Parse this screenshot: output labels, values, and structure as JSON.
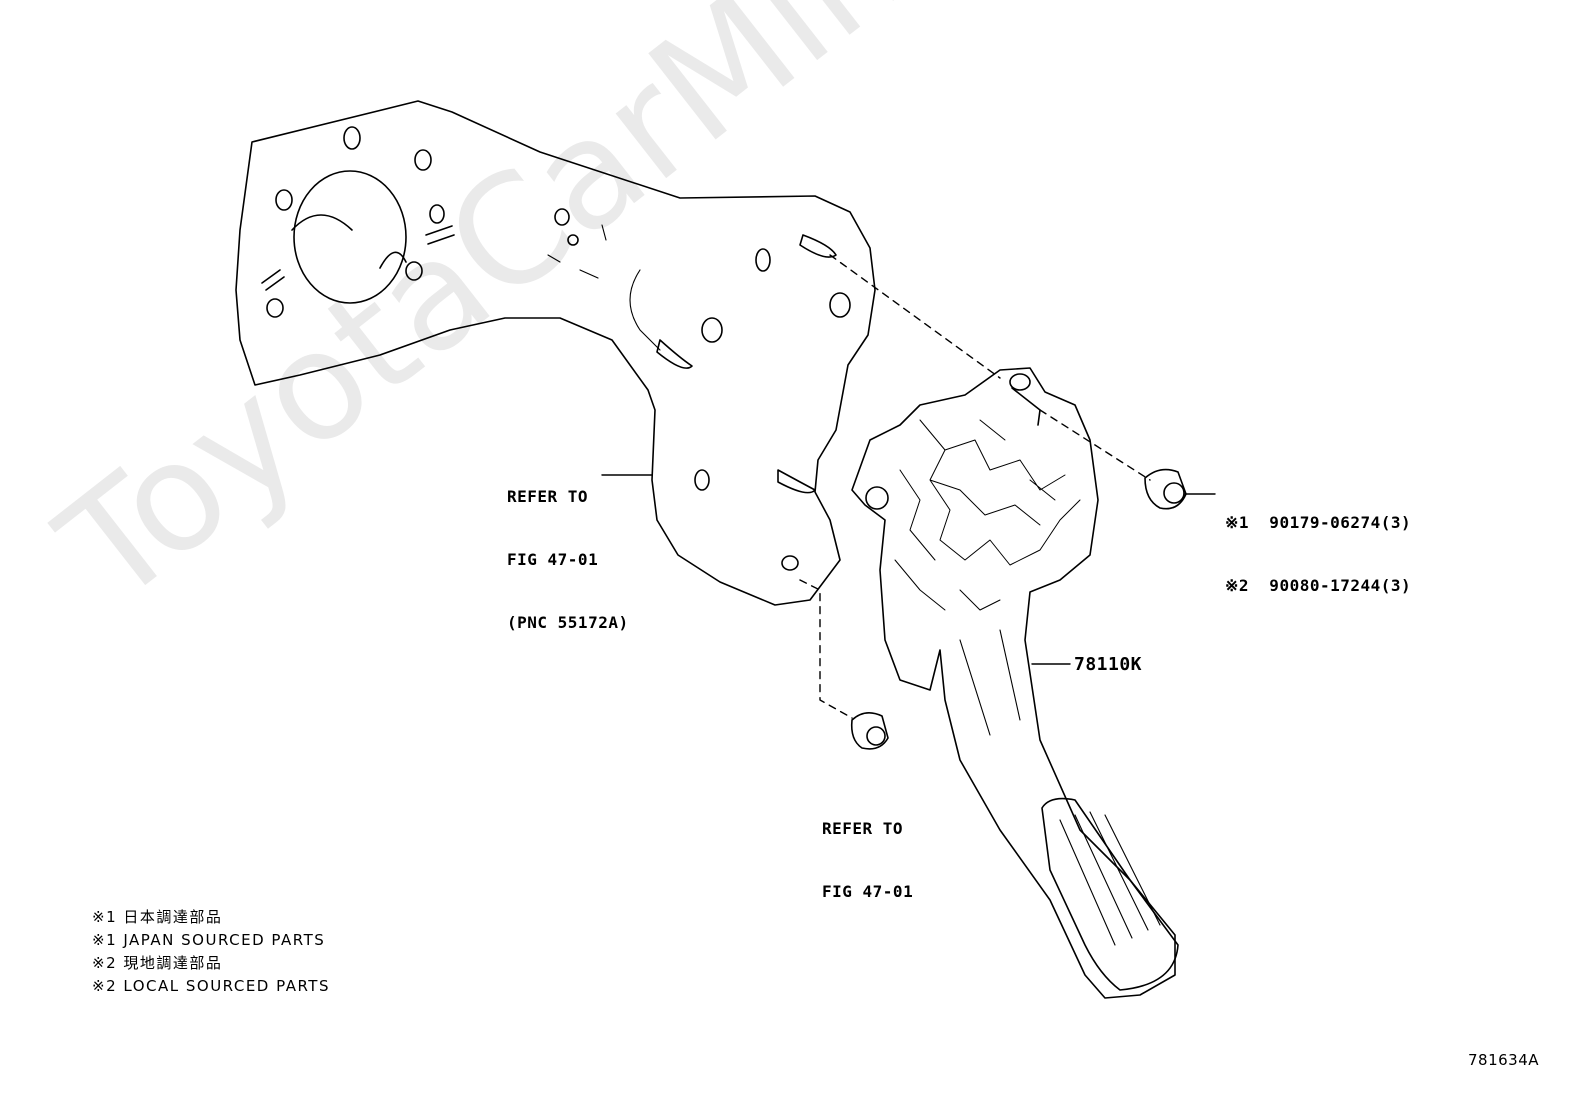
{
  "watermark": "ToyotaCarMine.ru",
  "labels": {
    "bracket_ref": [
      "REFER TO",
      "FIG 47-01",
      "(PNC 55172A)"
    ],
    "nut_ref": [
      "REFER TO",
      "FIG 47-01"
    ],
    "pedal_part": "78110K",
    "nut_part_1": "※1  90179-06274(3)",
    "nut_part_2": "※2  90080-17244(3)"
  },
  "legend": [
    "※1 日本調達部品",
    "※1 JAPAN SOURCED PARTS",
    "※2 現地調達部品",
    "※2 LOCAL SOURCED PARTS"
  ],
  "illustration_id": "781634A"
}
